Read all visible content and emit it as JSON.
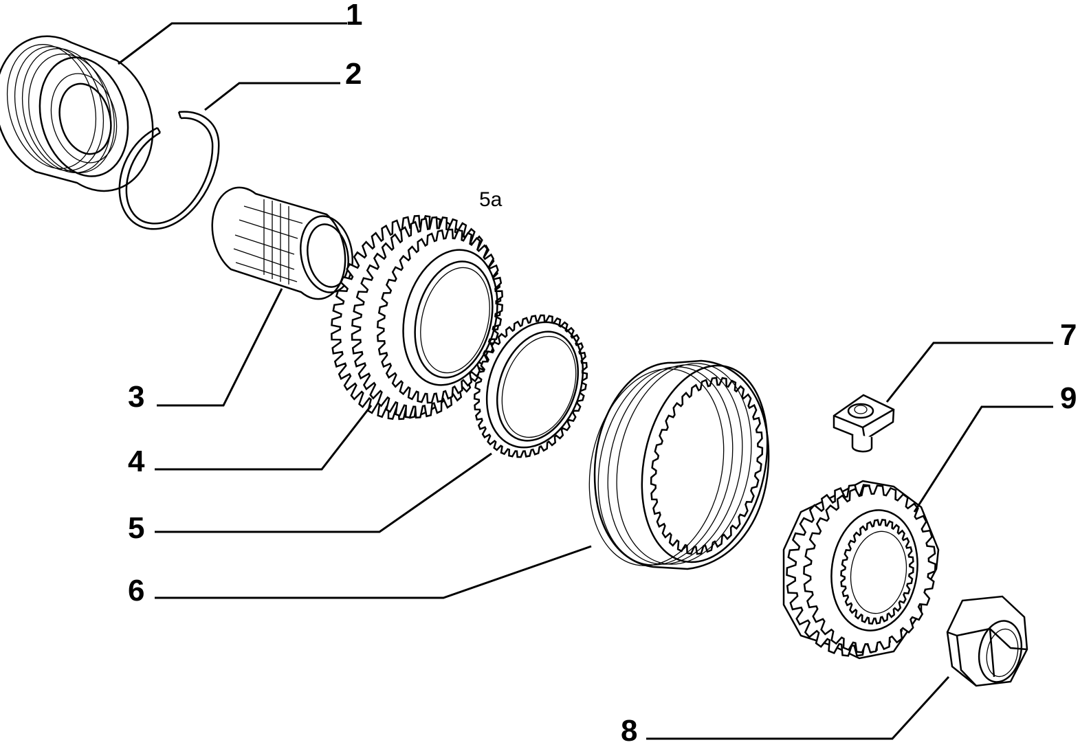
{
  "callouts": [
    {
      "id": "1",
      "label": "1"
    },
    {
      "id": "2",
      "label": "2"
    },
    {
      "id": "3",
      "label": "3"
    },
    {
      "id": "4",
      "label": "4"
    },
    {
      "id": "5",
      "label": "5"
    },
    {
      "id": "6",
      "label": "6"
    },
    {
      "id": "7",
      "label": "7"
    },
    {
      "id": "8",
      "label": "8"
    },
    {
      "id": "9",
      "label": "9"
    }
  ],
  "sub_label": "5a",
  "parts": [
    {
      "callout": "1",
      "name": "ball-bearing"
    },
    {
      "callout": "2",
      "name": "snap-ring"
    },
    {
      "callout": "3",
      "name": "needle-roller-bearing"
    },
    {
      "callout": "4",
      "name": "gear"
    },
    {
      "callout": "5",
      "name": "synchronizer-ring"
    },
    {
      "callout": "6",
      "name": "sliding-sleeve"
    },
    {
      "callout": "7",
      "name": "detent-key"
    },
    {
      "callout": "8",
      "name": "nut"
    },
    {
      "callout": "9",
      "name": "synchronizer-hub"
    }
  ]
}
